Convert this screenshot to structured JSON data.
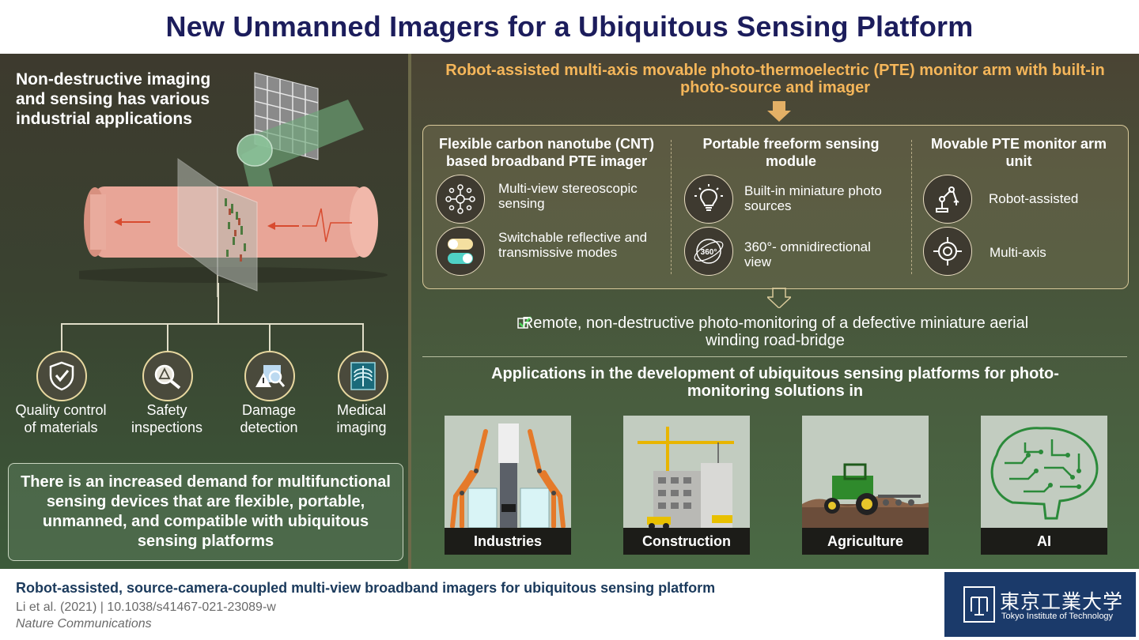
{
  "title": "New Unmanned Imagers for a Ubiquitous Sensing Platform",
  "left": {
    "intro": "Non-destructive imaging and sensing has various industrial applications",
    "applications": [
      {
        "icon": "shield-check-icon",
        "label_line1": "Quality control",
        "label_line2": "of materials"
      },
      {
        "icon": "warning-magnifier-icon",
        "label_line1": "Safety",
        "label_line2": "inspections"
      },
      {
        "icon": "damage-search-icon",
        "label_line1": "Damage",
        "label_line2": "detection"
      },
      {
        "icon": "xray-chest-icon",
        "label_line1": "Medical",
        "label_line2": "imaging"
      }
    ],
    "demand": "There is an increased demand for multifunctional sensing devices that are flexible, portable, unmanned, and compatible with ubiquitous sensing platforms"
  },
  "right": {
    "robot_title": "Robot-assisted multi-axis movable photo-thermoelectric (PTE) monitor arm with built-in photo-source and imager",
    "columns": [
      {
        "heading": "Flexible carbon nanotube (CNT) based broadband PTE imager",
        "items": [
          {
            "icon": "multi-view-network-icon",
            "text": "Multi-view stereoscopic sensing"
          },
          {
            "icon": "toggle-switch-icon",
            "text": "Switchable reflective and transmissive modes"
          }
        ]
      },
      {
        "heading": "Portable freeform sensing module",
        "items": [
          {
            "icon": "light-bulb-icon",
            "text": "Built-in miniature photo sources"
          },
          {
            "icon": "360-view-icon",
            "text": "360°- omnidirectional view",
            "badge": "360°"
          }
        ]
      },
      {
        "heading": "Movable PTE monitor arm unit",
        "items": [
          {
            "icon": "robot-arm-icon",
            "text": "Robot-assisted"
          },
          {
            "icon": "crosshair-icon",
            "text": "Multi-axis"
          }
        ]
      }
    ],
    "remote": "Remote, non-destructive photo-monitoring of a defective miniature aerial winding road-bridge",
    "applications_heading": "Applications in the development of ubiquitous sensing platforms for photo-monitoring solutions in",
    "cards": [
      {
        "label": "Industries"
      },
      {
        "label": "Construction"
      },
      {
        "label": "Agriculture"
      },
      {
        "label": "AI"
      }
    ]
  },
  "footer": {
    "paper_title": "Robot-assisted, source-camera-coupled multi-view broadband imagers for ubiquitous sensing platform",
    "citation": "Li et al. (2021)  |  10.1038/s41467-021-23089-w",
    "journal": "Nature Communications",
    "logo_jp": "東京工業大学",
    "logo_en": "Tokyo Institute of Technology"
  },
  "colors": {
    "title": "#1c1d5c",
    "accent_orange": "#f5b65a",
    "footer_blue": "#1b3a5c",
    "logo_bg": "#1b3a6a"
  }
}
